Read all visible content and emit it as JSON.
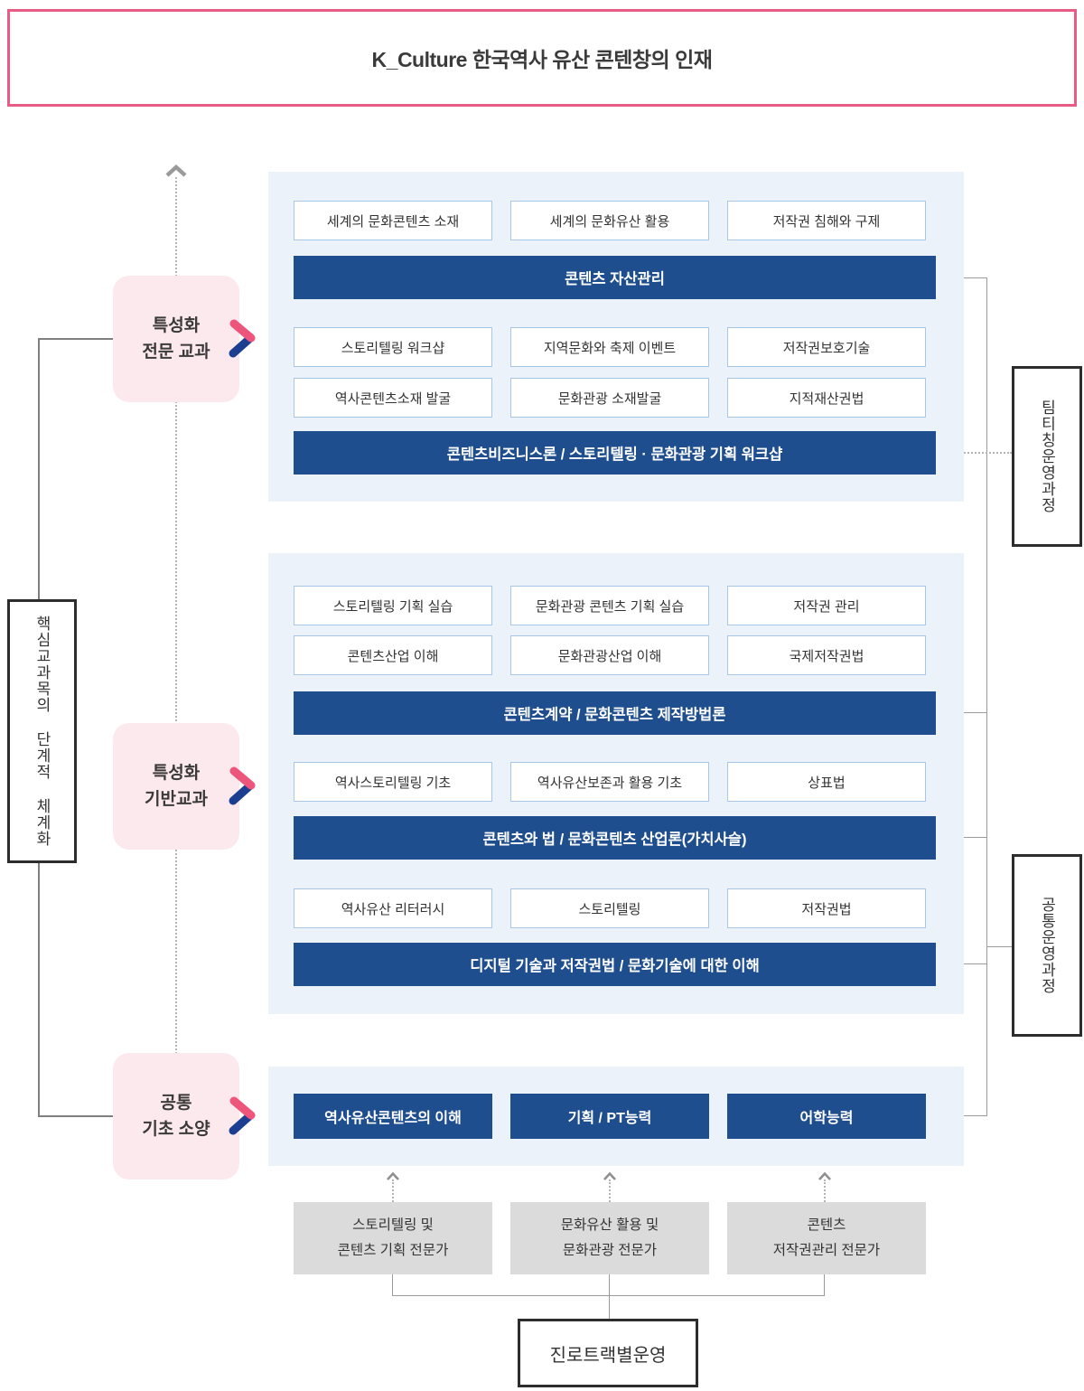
{
  "header": {
    "title": "K_Culture 한국역사 유산 콘텐창의 인재"
  },
  "left_axis": {
    "label": "핵심교과목의 단계적 체계화"
  },
  "categories": {
    "advanced": {
      "line1": "특성화",
      "line2": "전문 교과"
    },
    "basic": {
      "line1": "특성화",
      "line2": "기반교과"
    },
    "common": {
      "line1": "공통",
      "line2": "기초 소양"
    }
  },
  "advanced_panel": {
    "row1": [
      "세계의 문화콘텐츠 소재",
      "세계의 문화유산 활용",
      "저작권 침해와 구제"
    ],
    "bar1": "콘텐츠 자산관리",
    "row2": [
      "스토리텔링 워크샵",
      "지역문화와 축제 이벤트",
      "저작권보호기술"
    ],
    "row3": [
      "역사콘텐츠소재 발굴",
      "문화관광 소재발굴",
      "지적재산권법"
    ],
    "bar2": "콘텐츠비즈니스론 / 스토리텔링 · 문화관광 기획 워크샵"
  },
  "basic_panel": {
    "row1": [
      "스토리텔링 기획 실습",
      "문화관광 콘텐츠 기획 실습",
      "저작권 관리"
    ],
    "row2": [
      "콘텐츠산업 이해",
      "문화관광산업 이해",
      "국제저작권법"
    ],
    "bar1": "콘텐츠계약 / 문화콘텐츠 제작방법론",
    "row3": [
      "역사스토리텔링 기초",
      "역사유산보존과 활용 기초",
      "상표법"
    ],
    "bar2": "콘텐츠와 법 / 문화콘텐츠 산업론(가치사슬)",
    "row4": [
      "역사유산 리터러시",
      "스토리텔링",
      "저작권법"
    ],
    "bar3": "디지털 기술과 저작권법 / 문화기술에 대한 이해"
  },
  "common_panel": {
    "boxes": [
      "역사유산콘텐츠의 이해",
      "기획 / PT능력",
      "어학능력"
    ]
  },
  "right_labels": {
    "team_teaching": "팀티칭운영과정",
    "common_operation": "공통운영과정"
  },
  "career_tracks": [
    {
      "line1": "스토리텔링 및",
      "line2": "콘텐츠 기획 전문가"
    },
    {
      "line1": "문화유산 활용 및",
      "line2": "문화관광 전문가"
    },
    {
      "line1": "콘텐츠",
      "line2": "저작권관리 전문가"
    }
  ],
  "career_operation": {
    "label": "진로트랙별운영"
  },
  "colors": {
    "accent_pink": "#e65c87",
    "navy": "#1f4e8f",
    "panel_blue": "#ebf2fa",
    "course_border_blue": "#a7c6e8",
    "category_pink": "#fce9ee",
    "gray_box": "#dbdbdb"
  }
}
